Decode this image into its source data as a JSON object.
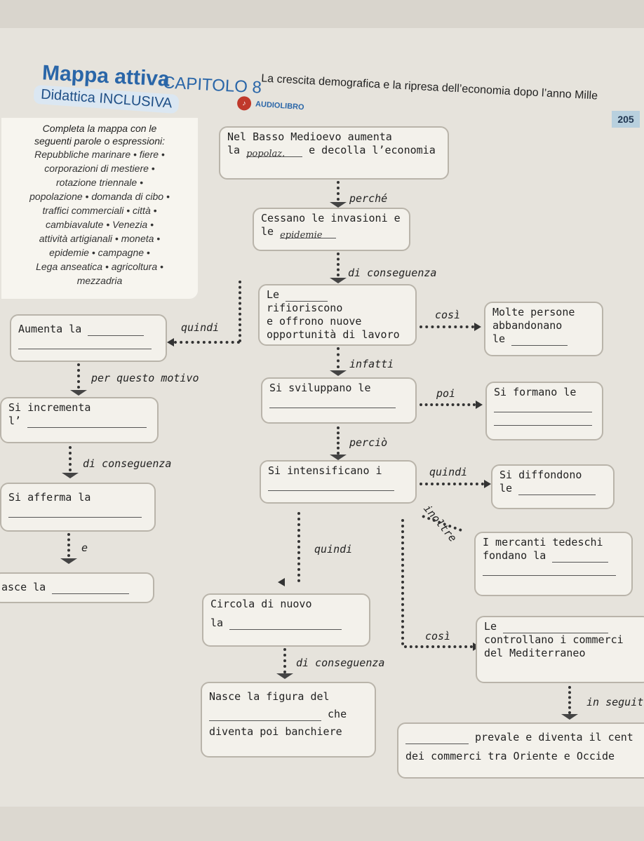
{
  "header": {
    "title": "Mappa attiva",
    "chapter": "CAPITOLO 8",
    "subtitle": "La crescita demografica e la ripresa dell’economia dopo l’anno Mille",
    "page_number": "205",
    "didattica": "Didattica INCLUSIVA",
    "audiolibro": "AUDIOLIBRO"
  },
  "word_box": {
    "instruction_1": "Completa la mappa con le",
    "instruction_2": "seguenti parole o espressioni:",
    "lines": [
      "Repubbliche marinare • fiere •",
      "corporazioni di mestiere •",
      "rotazione triennale •",
      "popolazione • domanda di cibo •",
      "traffici commerciali • città •",
      "cambiavalute • Venezia •",
      "attività artigianali • moneta •",
      "epidemie • campagne •",
      "Lega anseatica • agricoltura •",
      "mezzadria"
    ]
  },
  "boxes": {
    "b1_line1": "Nel Basso Medioevo aumenta",
    "b1_line2a": "la",
    "b1_handwritten": "popolaz.",
    "b1_line2b": "e decolla l’economia",
    "b2_line1": "Cessano le invasioni e",
    "b2_line2a": "le",
    "b2_handwritten": "epidemie",
    "b3_line1a": "Le",
    "b3_line1b": "rifioriscono",
    "b3_line2": "e offrono nuove",
    "b3_line3": "opportunità di lavoro",
    "b4_line1": "Molte persone",
    "b4_line2": "abbandonano",
    "b4_line3": "le",
    "b5_line1": "Aumenta la",
    "b6_line1": "Si sviluppano le",
    "b7_line1": "Si formano le",
    "b8_line1": "Si incrementa",
    "b8_line2": "l’",
    "b9_line1": "Si intensificano i",
    "b10_line1": "Si diffondono",
    "b10_line2": "le",
    "b11_line1": "Si afferma la",
    "b12_line1": "I mercanti tedeschi",
    "b12_line2": "fondano la",
    "b13_line1": "asce la",
    "b14_line1": "Circola di nuovo",
    "b14_line2": "la",
    "b15_line1": "Le",
    "b15_line2": "controllano i commerci",
    "b15_line3": "del Mediterraneo",
    "b16_line1": "Nasce la figura del",
    "b16_line2": "che",
    "b16_line3": "diventa poi banchiere",
    "b17_line1": "prevale e diventa il cent",
    "b17_line2": "dei commerci tra Oriente e Occide"
  },
  "connectors": {
    "perche": "perché",
    "di_conseguenza_1": "di conseguenza",
    "cosi_1": "così",
    "quindi_1": "quindi",
    "infatti": "infatti",
    "per_questo_motivo": "per questo motivo",
    "poi": "poi",
    "percio": "perciò",
    "di_conseguenza_2": "di conseguenza",
    "quindi_2": "quindi",
    "inoltre": "inoltre",
    "e": "e",
    "quindi_3": "quindi",
    "cosi_2": "così",
    "di_conseguenza_3": "di conseguenza",
    "in_seguito": "in seguit"
  },
  "colors": {
    "accent_blue": "#2a66a8",
    "box_fill": "#f3f1eb",
    "box_border": "#b9b4aa",
    "page_bg": "#e6e3dc"
  }
}
